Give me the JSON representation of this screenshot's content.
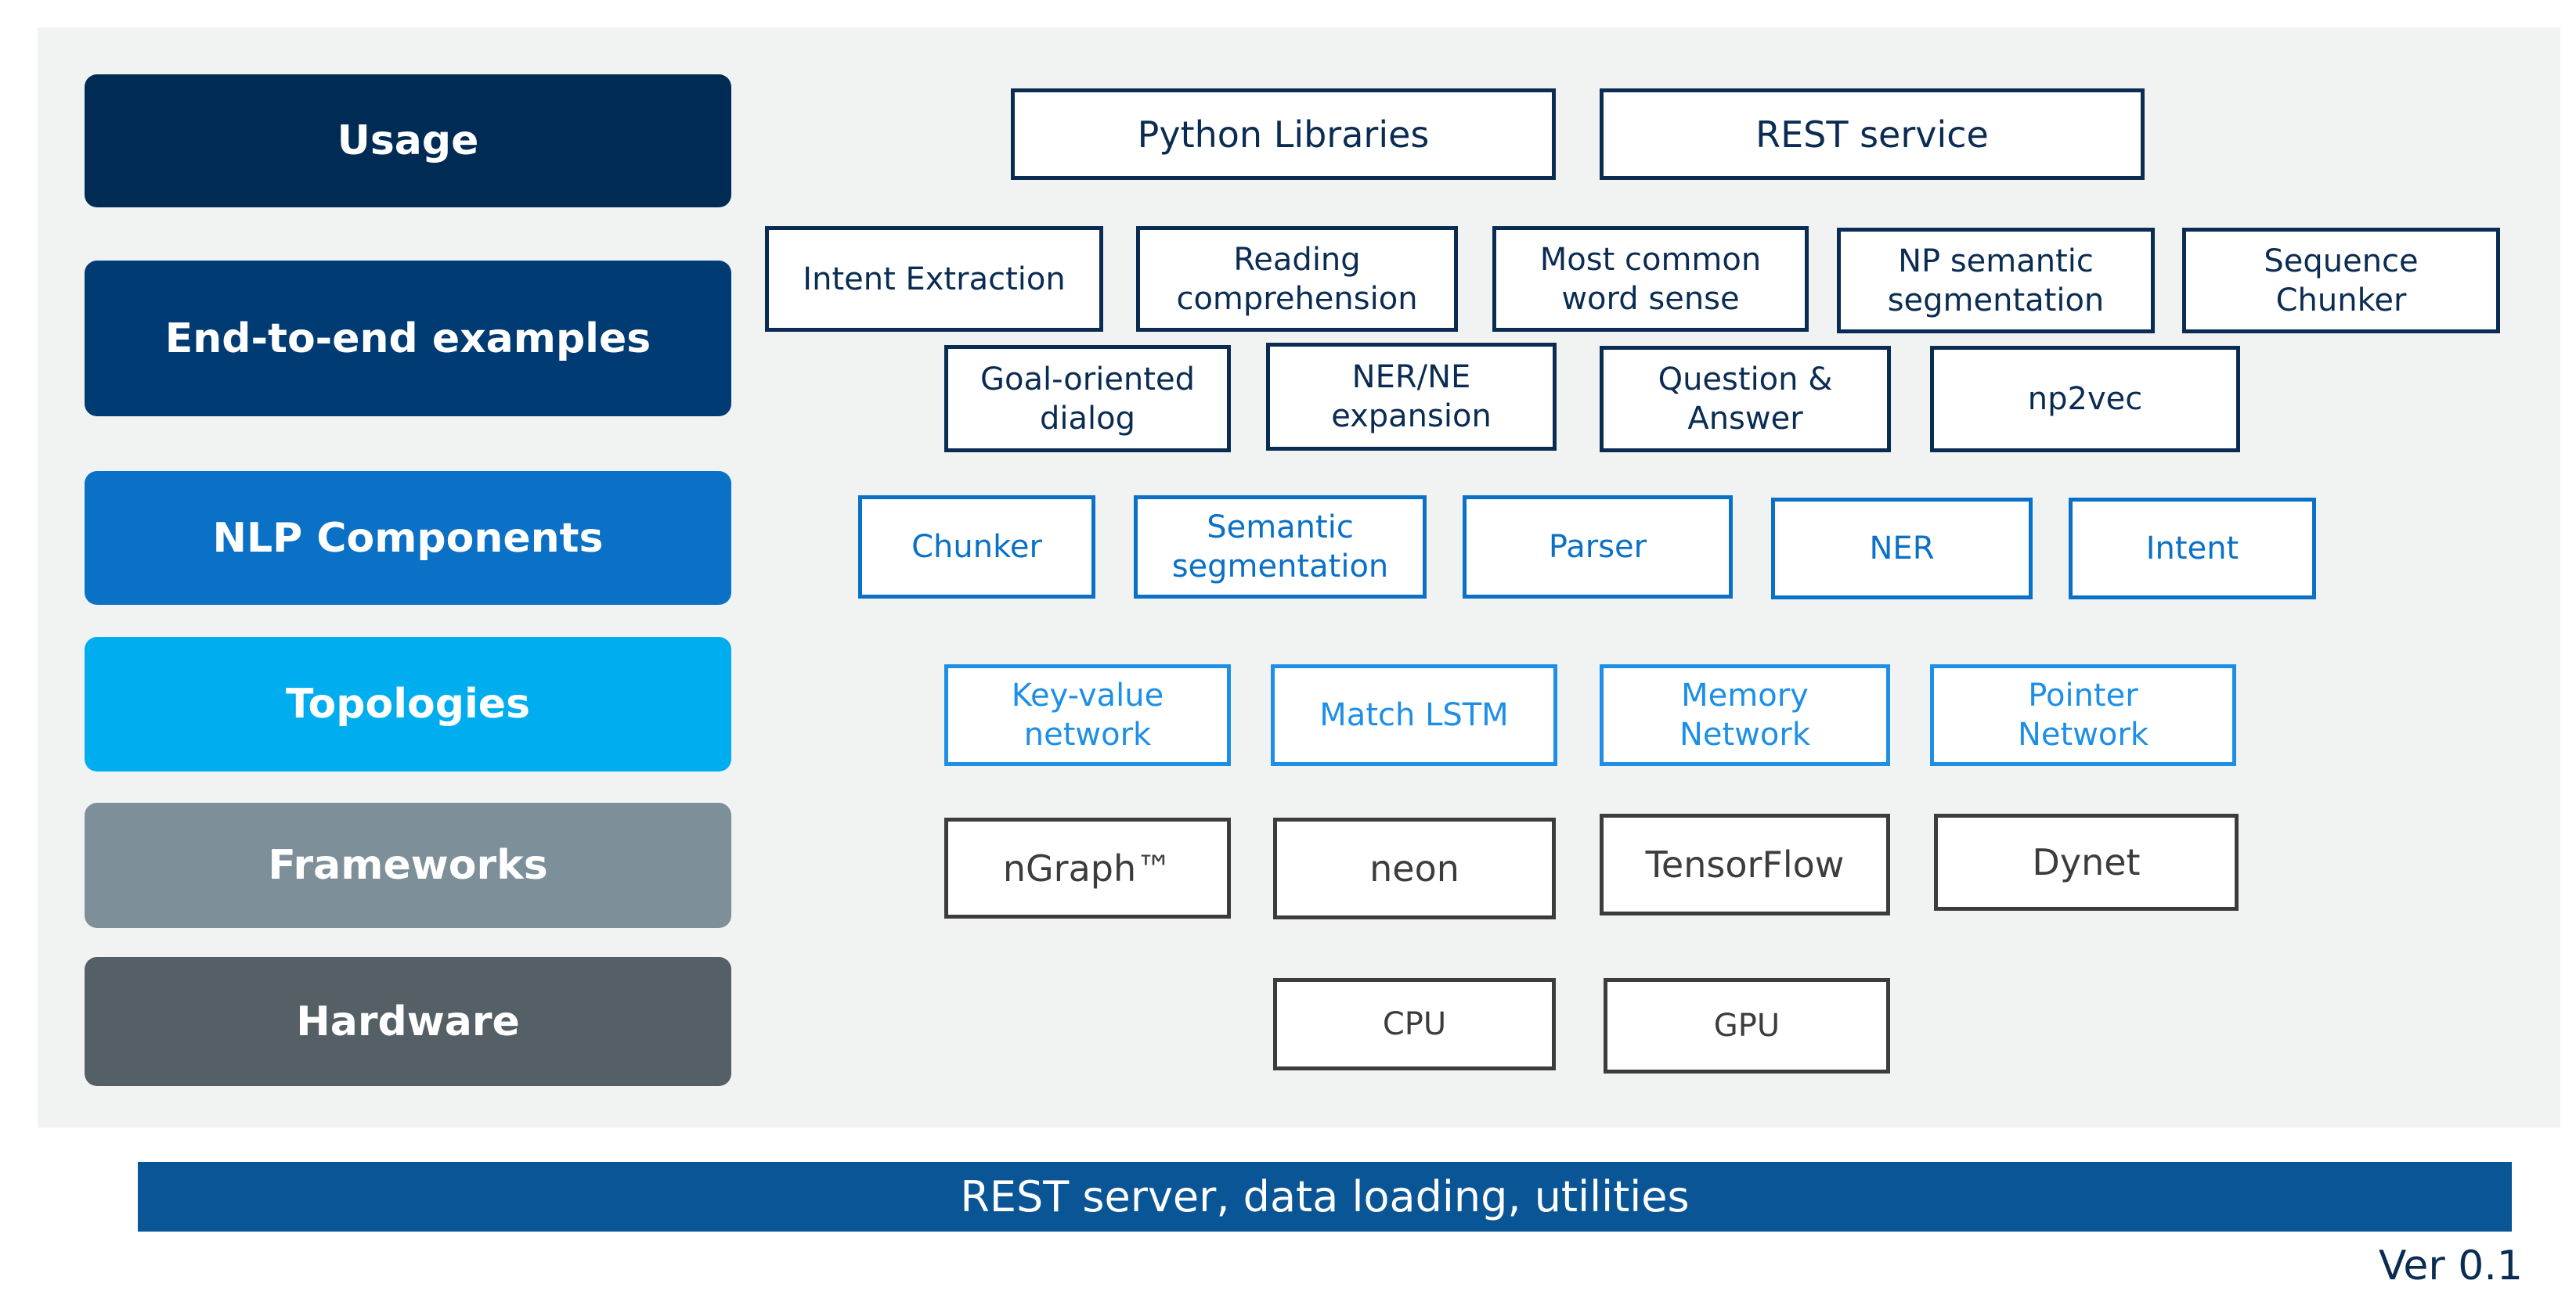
{
  "layers": {
    "usage": "Usage",
    "examples": "End-to-end examples",
    "components": "NLP Components",
    "topologies": "Topologies",
    "frameworks": "Frameworks",
    "hardware": "Hardware"
  },
  "colors": {
    "usage": "#002b55",
    "examples": "#003b73",
    "components": "#0a71c6",
    "topologies": "#00aeef",
    "frameworks": "#7d8f99",
    "hardware": "#555f66",
    "bottom_bar": "#095596"
  },
  "usage": [
    "Python Libraries",
    "REST service"
  ],
  "examples": [
    "Intent Extraction",
    "Reading\ncomprehension",
    "Most common\nword sense",
    "NP semantic\nsegmentation",
    "Sequence\nChunker",
    "Goal-oriented\ndialog",
    "NER/NE\nexpansion",
    "Question &\nAnswer",
    "np2vec"
  ],
  "components": [
    "Chunker",
    "Semantic\nsegmentation",
    "Parser",
    "NER",
    "Intent"
  ],
  "topologies": [
    "Key-value\nnetwork",
    "Match LSTM",
    "Memory\nNetwork",
    "Pointer\nNetwork"
  ],
  "frameworks": [
    "nGraph™",
    "neon",
    "TensorFlow",
    "Dynet"
  ],
  "hardware": [
    "CPU",
    "GPU"
  ],
  "bottom_bar": "REST server, data loading, utilities",
  "version": "Ver 0.1"
}
